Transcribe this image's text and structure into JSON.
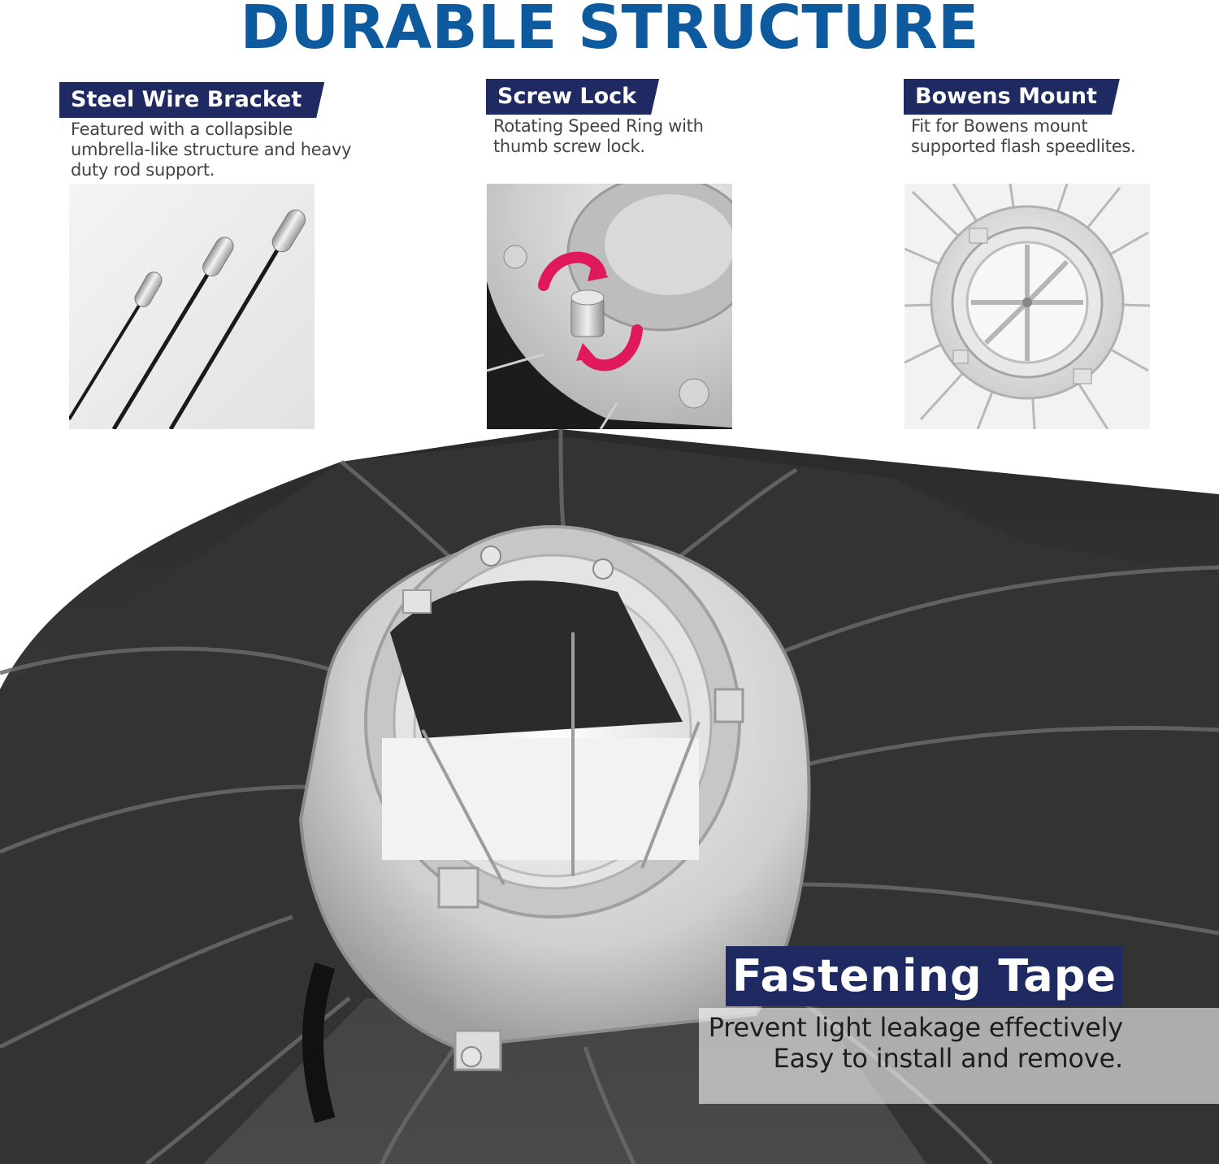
{
  "title": "DURABLE STRUCTURE",
  "features": [
    {
      "title": "Steel Wire Bracket",
      "desc": [
        "Featured with a collapsible",
        "umbrella-like structure and heavy",
        "duty rod support."
      ]
    },
    {
      "title": "Screw Lock",
      "desc": [
        "Rotating Speed Ring with",
        "thumb screw lock."
      ]
    },
    {
      "title": "Bowens Mount",
      "desc": [
        "Fit for Bowens mount",
        "supported flash speedlites."
      ]
    }
  ],
  "highlight": {
    "title": "Fastening Tape",
    "desc": [
      "Prevent light leakage effectively",
      "Easy to install and remove."
    ]
  },
  "colors": {
    "title": "#0e5a9e",
    "label_bg": "#1f2a63",
    "arrow": "#e0185c"
  }
}
